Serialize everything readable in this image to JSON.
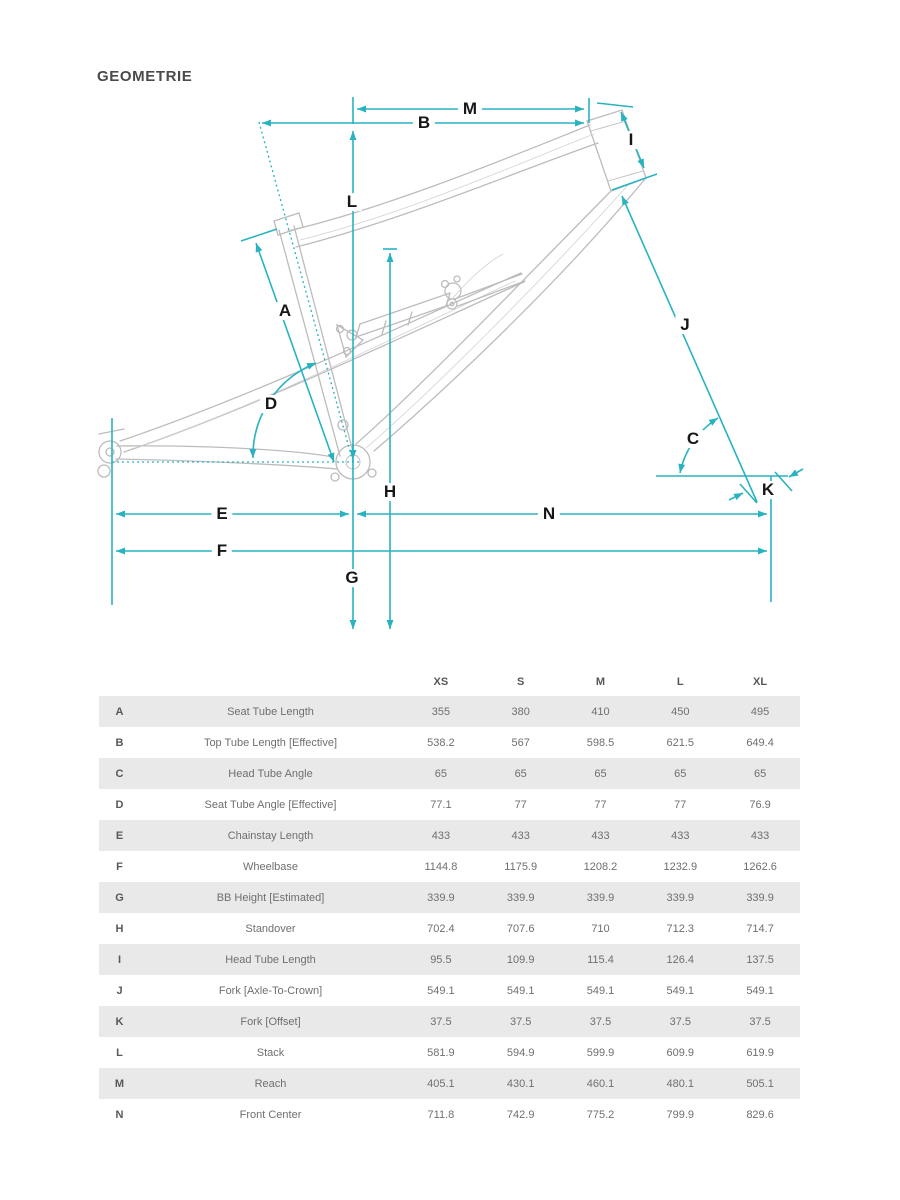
{
  "title": "GEOMETRIE",
  "colors": {
    "accent_teal": "#29b3c1",
    "frame_gray": "#bcbcbc",
    "row_alt_gray": "#e9e9e9",
    "heading_gray": "#4b4b4d",
    "table_text_gray": "#6f6f71"
  },
  "diagram": {
    "labels": {
      "a": "A",
      "b": "B",
      "c": "C",
      "d": "D",
      "e": "E",
      "f": "F",
      "g": "G",
      "h": "H",
      "i": "I",
      "j": "J",
      "k": "K",
      "l": "L",
      "m": "M",
      "n": "N"
    }
  },
  "table": {
    "size_headers": [
      "XS",
      "S",
      "M",
      "L",
      "XL"
    ],
    "rows": [
      {
        "letter": "A",
        "label": "Seat Tube Length",
        "values": [
          "355",
          "380",
          "410",
          "450",
          "495"
        ]
      },
      {
        "letter": "B",
        "label": "Top Tube Length [Effective]",
        "values": [
          "538.2",
          "567",
          "598.5",
          "621.5",
          "649.4"
        ]
      },
      {
        "letter": "C",
        "label": "Head Tube Angle",
        "values": [
          "65",
          "65",
          "65",
          "65",
          "65"
        ]
      },
      {
        "letter": "D",
        "label": "Seat Tube Angle [Effective]",
        "values": [
          "77.1",
          "77",
          "77",
          "77",
          "76.9"
        ]
      },
      {
        "letter": "E",
        "label": "Chainstay Length",
        "values": [
          "433",
          "433",
          "433",
          "433",
          "433"
        ]
      },
      {
        "letter": "F",
        "label": "Wheelbase",
        "values": [
          "1144.8",
          "1175.9",
          "1208.2",
          "1232.9",
          "1262.6"
        ]
      },
      {
        "letter": "G",
        "label": "BB Height [Estimated]",
        "values": [
          "339.9",
          "339.9",
          "339.9",
          "339.9",
          "339.9"
        ]
      },
      {
        "letter": "H",
        "label": "Standover",
        "values": [
          "702.4",
          "707.6",
          "710",
          "712.3",
          "714.7"
        ]
      },
      {
        "letter": "I",
        "label": "Head Tube Length",
        "values": [
          "95.5",
          "109.9",
          "115.4",
          "126.4",
          "137.5"
        ]
      },
      {
        "letter": "J",
        "label": "Fork [Axle-To-Crown]",
        "values": [
          "549.1",
          "549.1",
          "549.1",
          "549.1",
          "549.1"
        ]
      },
      {
        "letter": "K",
        "label": "Fork [Offset]",
        "values": [
          "37.5",
          "37.5",
          "37.5",
          "37.5",
          "37.5"
        ]
      },
      {
        "letter": "L",
        "label": "Stack",
        "values": [
          "581.9",
          "594.9",
          "599.9",
          "609.9",
          "619.9"
        ]
      },
      {
        "letter": "M",
        "label": "Reach",
        "values": [
          "405.1",
          "430.1",
          "460.1",
          "480.1",
          "505.1"
        ]
      },
      {
        "letter": "N",
        "label": "Front Center",
        "values": [
          "711.8",
          "742.9",
          "775.2",
          "799.9",
          "829.6"
        ]
      }
    ]
  }
}
